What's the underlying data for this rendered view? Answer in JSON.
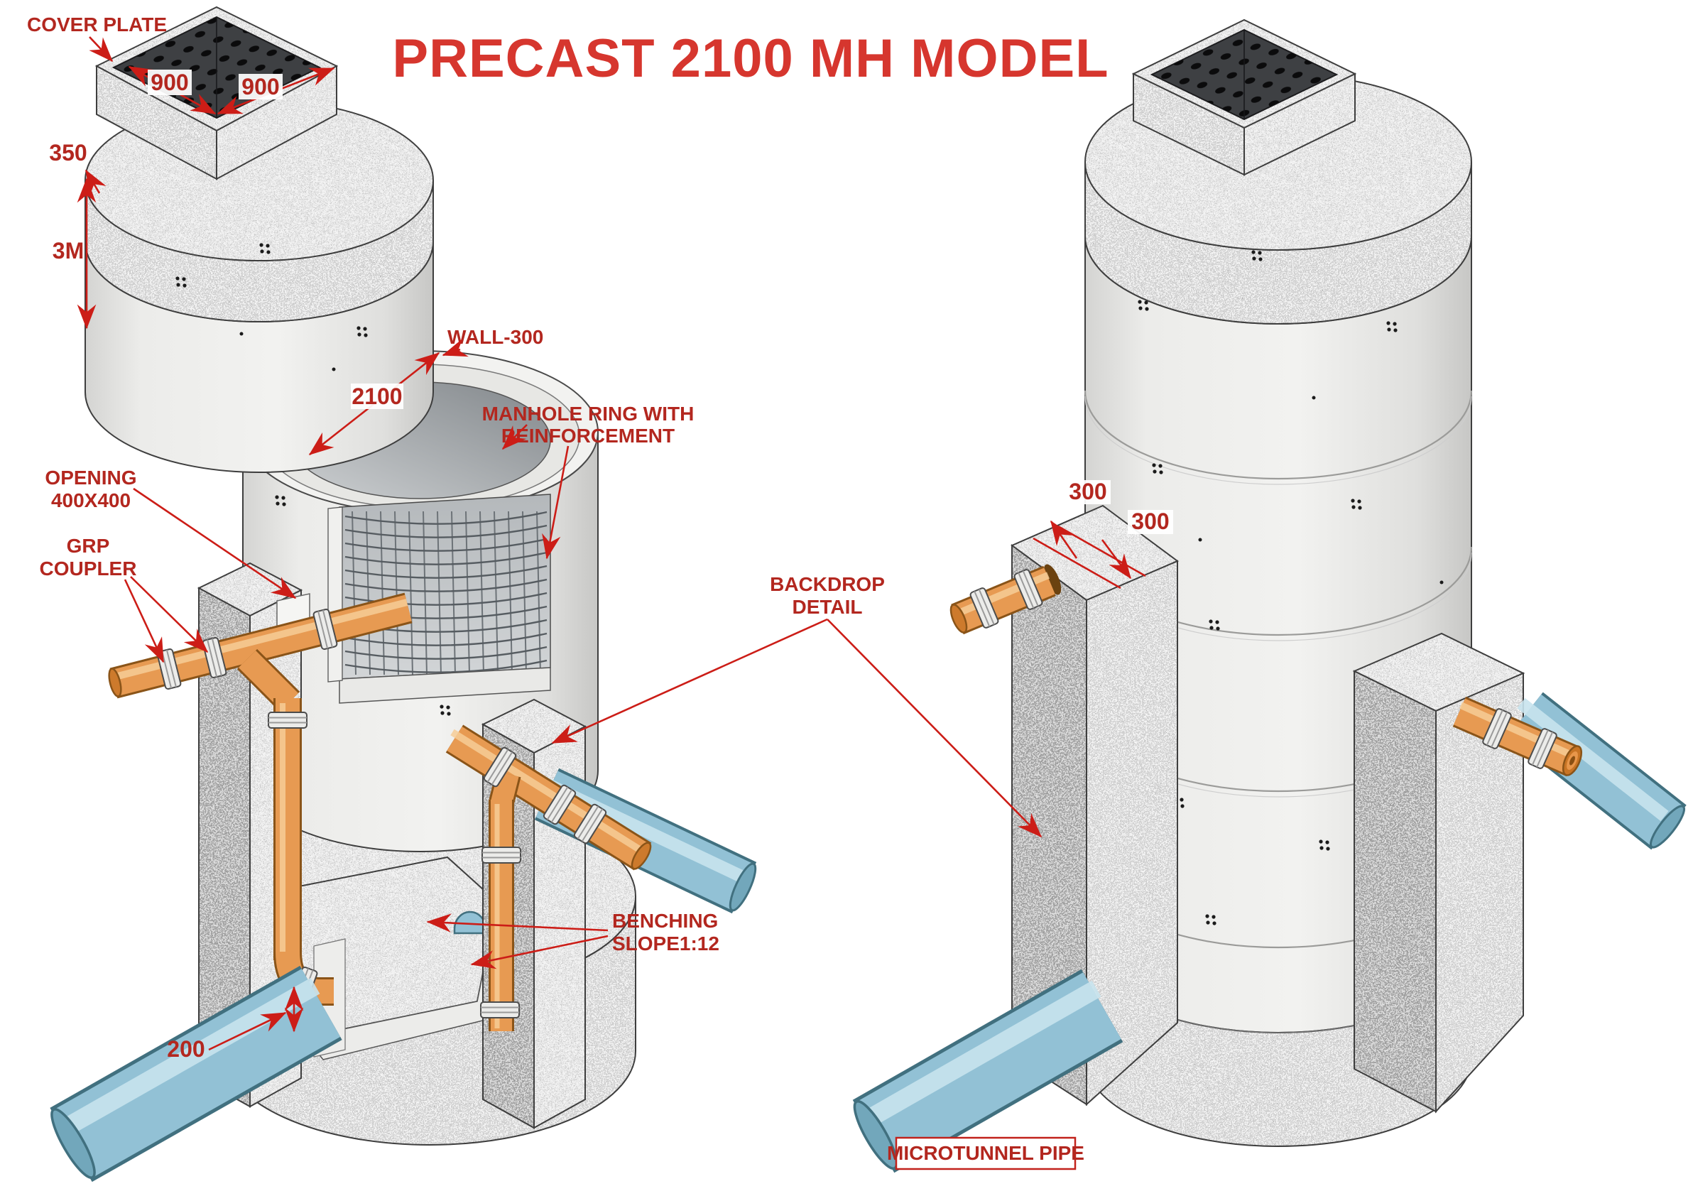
{
  "title": "PRECAST 2100 MH MODEL",
  "colors": {
    "title_red": "#d6362e",
    "label_red": "#b3271f",
    "arrow_red": "#cc1d17",
    "pipe_orange": "#e79a52",
    "pipe_blue": "#92c1d5",
    "concrete_light": "#ececea",
    "cover_plate_dark": "#3e4043"
  },
  "left_figure": {
    "name": "exploded-cutaway-view",
    "labels": {
      "cover_plate": "COVER PLATE",
      "dim_900_left": "900",
      "dim_900_right": "900",
      "dim_350": "350",
      "dim_3m": "3M",
      "wall": "WALL-300",
      "dim_2100": "2100",
      "manhole_ring_1": "MANHOLE RING WITH",
      "manhole_ring_2": "REINFORCEMENT",
      "opening_1": "OPENING",
      "opening_2": "400X400",
      "grp_1": "GRP",
      "grp_2": "COUPLER",
      "benching_1": "BENCHING",
      "benching_2": "SLOPE1:12",
      "dim_200": "200"
    }
  },
  "right_figure": {
    "name": "assembled-view",
    "labels": {
      "dim_300_a": "300",
      "dim_300_b": "300",
      "backdrop_1": "BACKDROP",
      "backdrop_2": "DETAIL",
      "microtunnel": "MICROTUNNEL PIPE"
    }
  }
}
